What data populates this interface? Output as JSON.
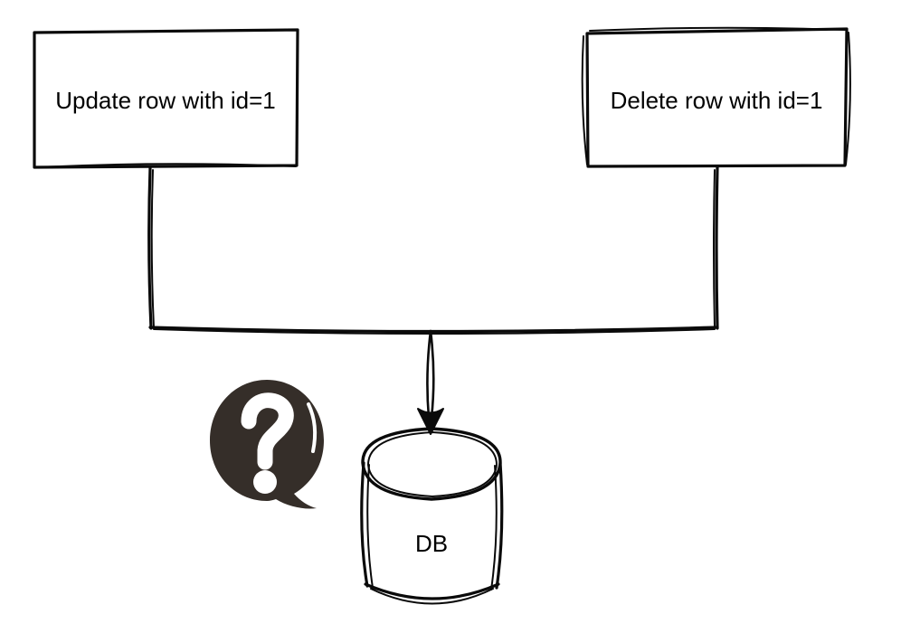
{
  "diagram": {
    "type": "flowchart",
    "style": "hand-drawn-sketch",
    "background_color": "#ffffff",
    "stroke_color": "#0a0a0a",
    "nodes": [
      {
        "id": "update",
        "kind": "box",
        "label": "Update row with id=1"
      },
      {
        "id": "delete",
        "kind": "box",
        "label": "Delete row with id=1"
      },
      {
        "id": "db",
        "kind": "cylinder",
        "label": "DB"
      }
    ],
    "edges": [
      {
        "from": "update",
        "to": "db",
        "arrow": true
      },
      {
        "from": "delete",
        "to": "db",
        "arrow": true
      }
    ],
    "annotations": [
      {
        "id": "question",
        "kind": "speech-bubble",
        "glyph": "?",
        "fill_color": "#352e29",
        "glyph_color": "#ffffff"
      }
    ]
  }
}
